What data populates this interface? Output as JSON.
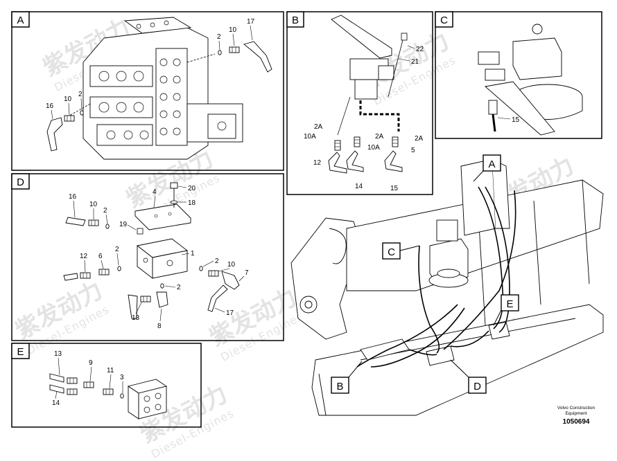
{
  "watermark": {
    "cn": "紫发动力",
    "en": "Diesel-Engines"
  },
  "panels": [
    {
      "id": "A",
      "label": "A",
      "callouts": [
        "17",
        "10",
        "2",
        "16",
        "10",
        "2"
      ]
    },
    {
      "id": "B",
      "label": "B",
      "callouts": [
        "22",
        "21",
        "2A",
        "2A",
        "2A",
        "10A",
        "10A",
        "5",
        "12",
        "14",
        "15"
      ]
    },
    {
      "id": "C",
      "label": "C",
      "callouts": [
        "15"
      ]
    },
    {
      "id": "D",
      "label": "D",
      "callouts": [
        "4",
        "20",
        "18",
        "16",
        "10",
        "2",
        "19",
        "2",
        "1",
        "12",
        "6",
        "2",
        "10",
        "7",
        "2",
        "13",
        "8",
        "17"
      ]
    },
    {
      "id": "E",
      "label": "E",
      "callouts": [
        "13",
        "9",
        "11",
        "3",
        "14"
      ]
    }
  ],
  "overview_labels": [
    "A",
    "B",
    "C",
    "D",
    "E"
  ],
  "footer": {
    "credit_line1": "Volvo Construction",
    "credit_line2": "Equipment",
    "doc_number": "1050694"
  }
}
